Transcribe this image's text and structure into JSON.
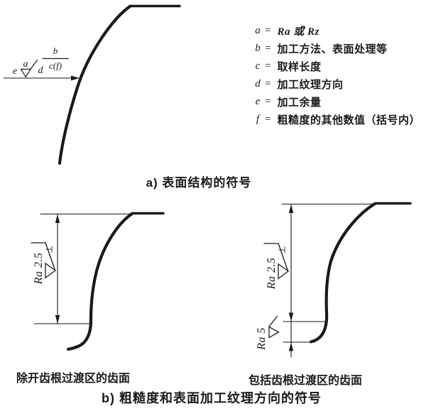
{
  "part_a": {
    "caption": "a) 表面结构的符号",
    "surface_symbol": {
      "e": "e",
      "a": "a",
      "d": "d",
      "numerator_b": "b",
      "denominator_cf": "c(f)"
    },
    "legend_equals": "=",
    "legend": [
      {
        "letter": "a",
        "text": "Ra 或 Rz",
        "italic": true
      },
      {
        "letter": "b",
        "text": "加工方法、表面处理等",
        "italic": false
      },
      {
        "letter": "c",
        "text": "取样长度",
        "italic": false
      },
      {
        "letter": "d",
        "text": "加工纹理方向",
        "italic": false
      },
      {
        "letter": "e",
        "text": "加工余量",
        "italic": false
      },
      {
        "letter": "f",
        "text": "粗糙度的其他数值（括号内）",
        "italic": false
      }
    ]
  },
  "part_b": {
    "caption": "b) 粗糙度和表面加工纹理方向的符号",
    "left_figure": {
      "roughness_flank": "Ra 2.5",
      "texture_direction": "⊥",
      "label": "除开齿根过渡区的齿面"
    },
    "right_figure": {
      "roughness_flank": "Ra 2.5",
      "roughness_root": "Ra 5",
      "texture_direction": "⊥",
      "label": "包括齿根过渡区的齿面"
    }
  },
  "colors": {
    "ink": "#1a1a1a",
    "paper": "#ffffff"
  }
}
